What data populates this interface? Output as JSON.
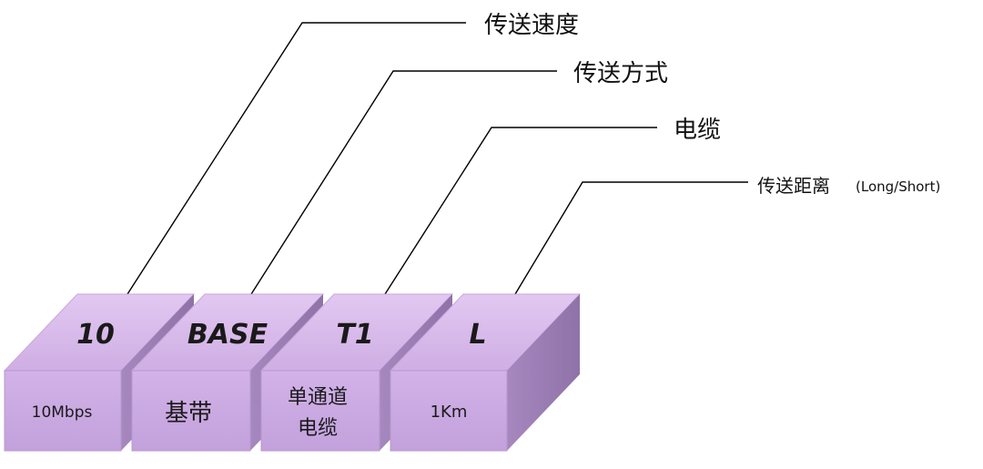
{
  "callouts": [
    {
      "label": "传送速度"
    },
    {
      "label": "传送方式"
    },
    {
      "label": "电缆"
    },
    {
      "label": "传送距离",
      "suffix": "(Long/Short)"
    }
  ],
  "blocks": [
    {
      "top_label": "10",
      "front_lines": [
        "10Mbps"
      ]
    },
    {
      "top_label": "BASE",
      "front_lines": [
        "基带"
      ]
    },
    {
      "top_label": "T1",
      "front_lines": [
        "单通道",
        "电缆"
      ]
    },
    {
      "top_label": "L",
      "front_lines": [
        "1Km"
      ]
    }
  ],
  "colors": {
    "block_top": "#d7b7ea",
    "block_front": "#c9a7e2",
    "block_side": "#9d7fb6",
    "block_edge": "#b898cf",
    "leader_line": "#000000"
  }
}
